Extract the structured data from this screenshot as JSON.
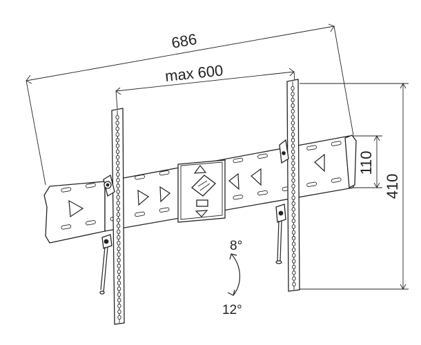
{
  "dimensions": {
    "overall_width": "686",
    "max_vesa_width": "max 600",
    "rail_height": "110",
    "plate_height": "410"
  },
  "tilt": {
    "up": "8°",
    "down": "12°"
  },
  "colors": {
    "line": "#222222",
    "background": "#ffffff"
  }
}
